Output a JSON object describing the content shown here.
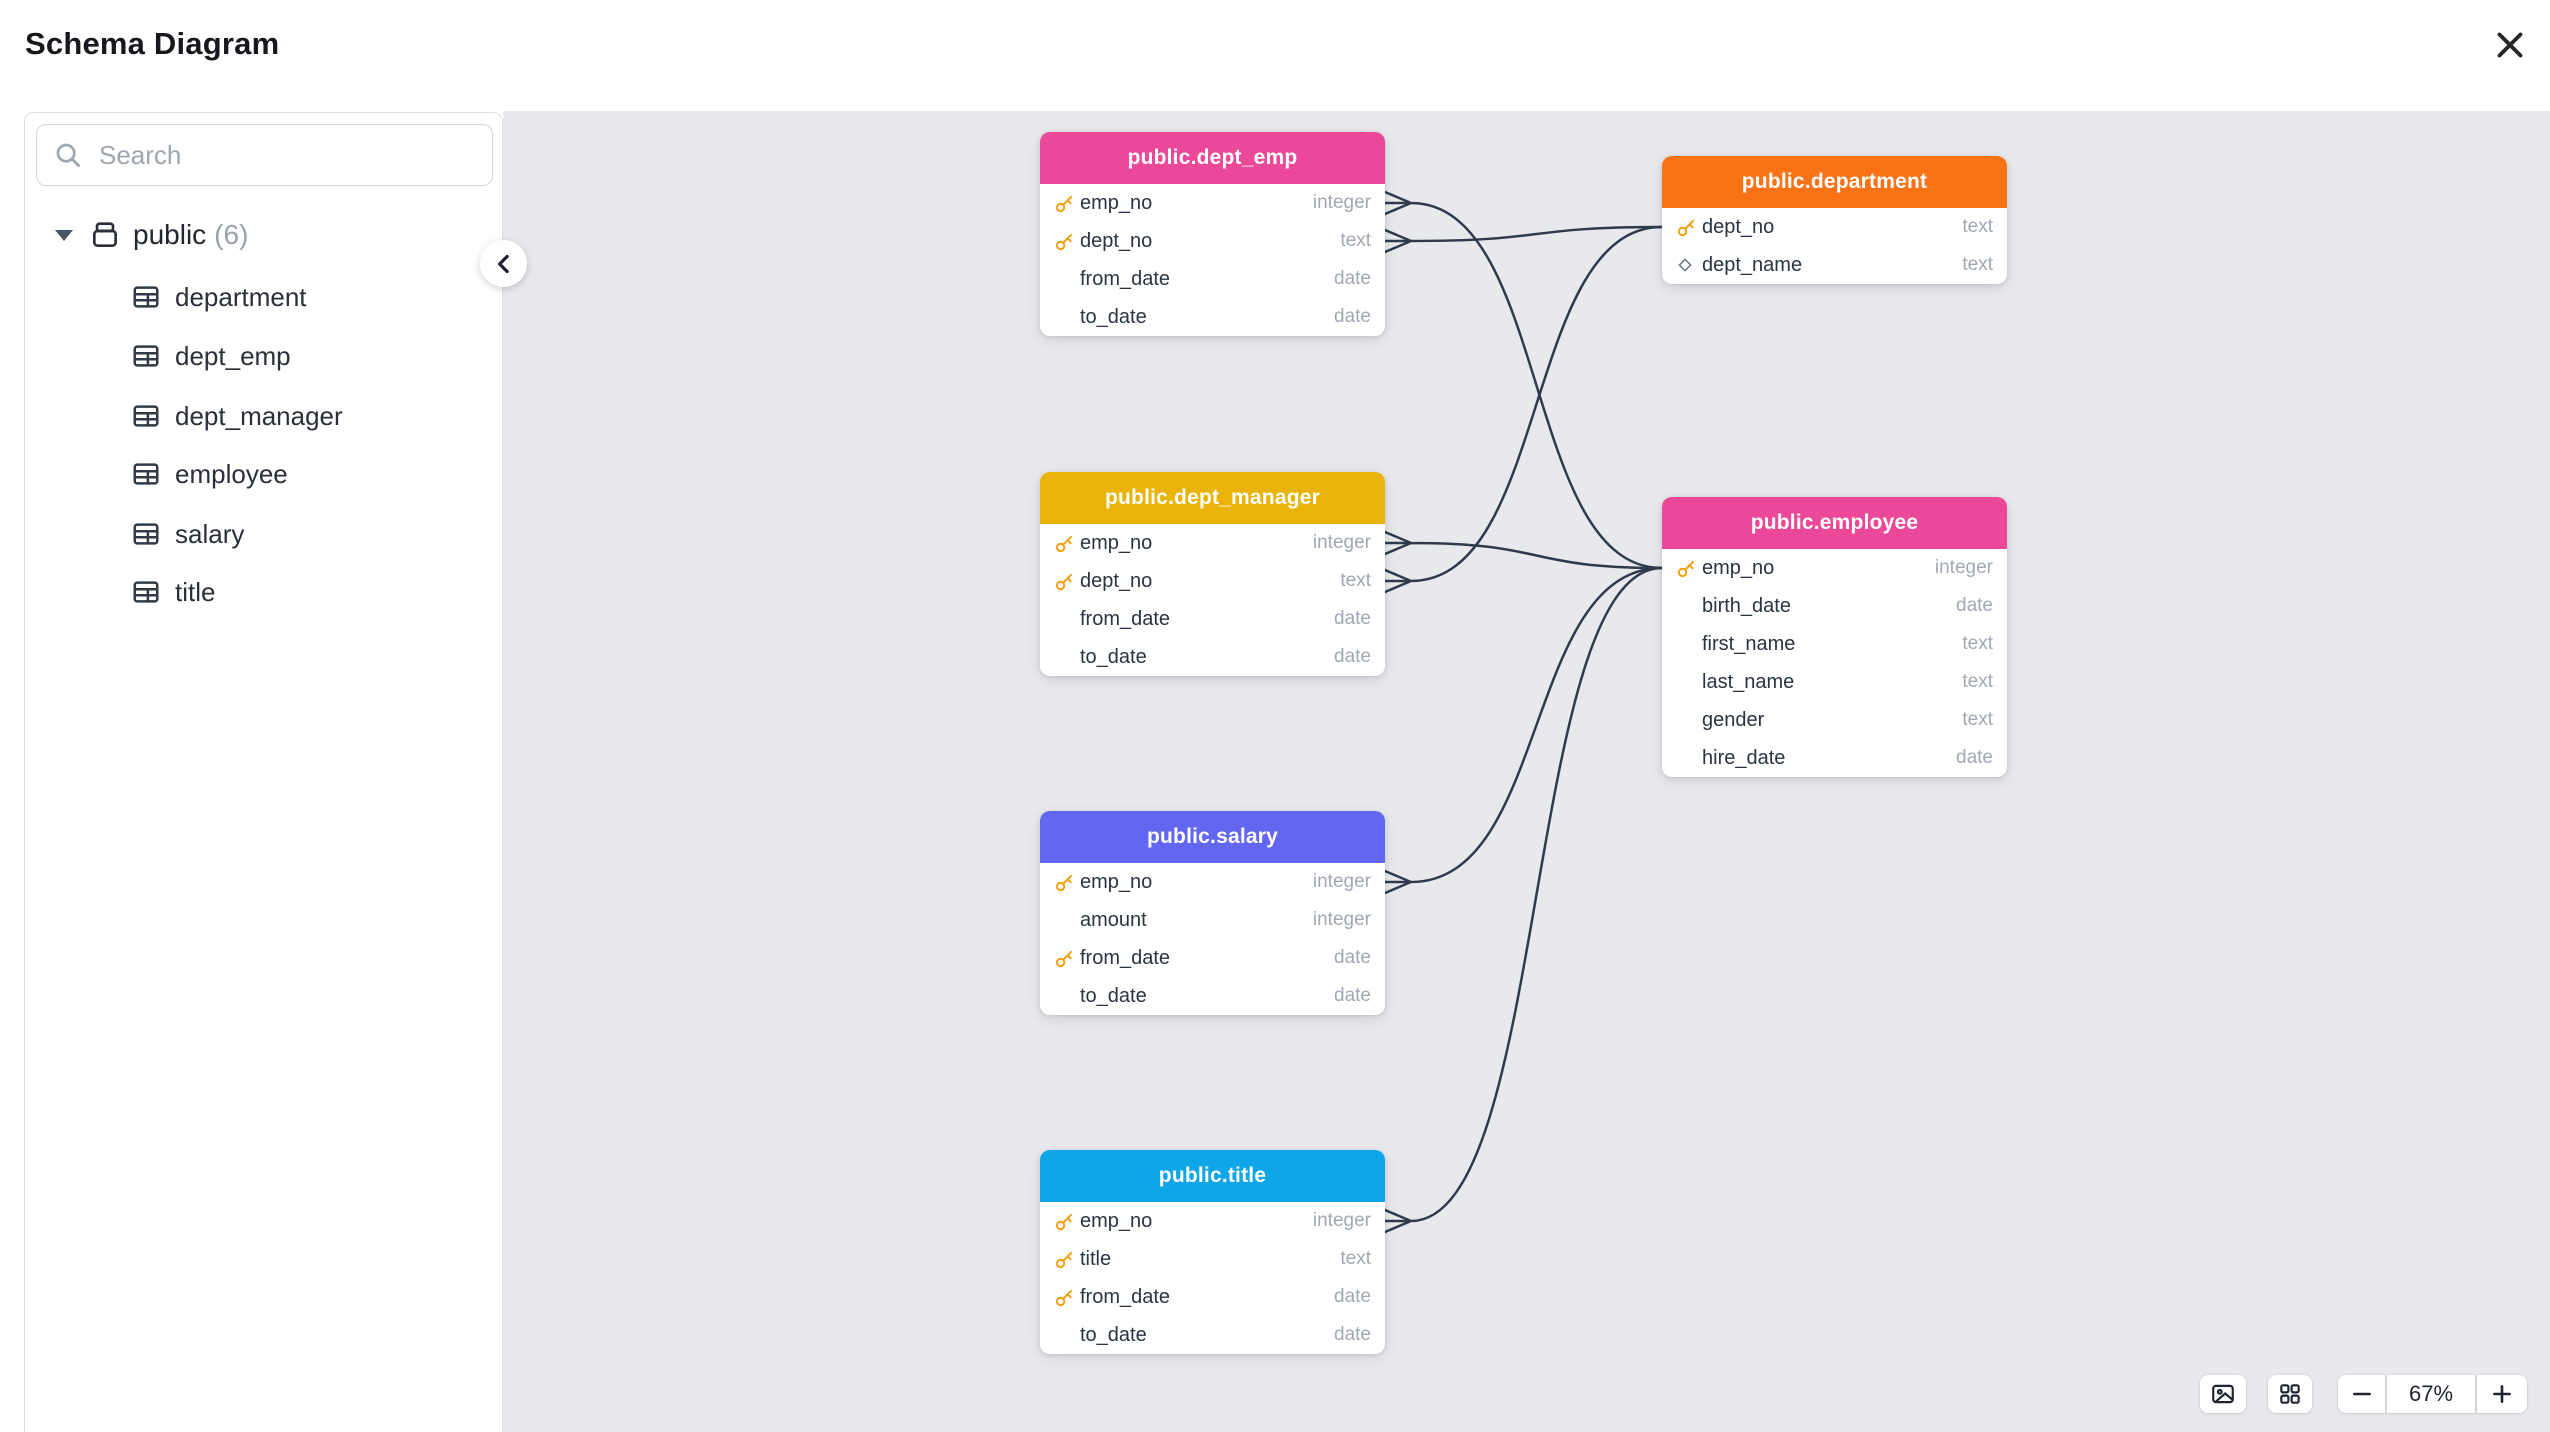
{
  "window": {
    "title": "Schema Diagram"
  },
  "sidebar": {
    "search": {
      "placeholder": "Search"
    },
    "tree": {
      "schema_label": "public",
      "schema_count": "(6)",
      "tables": [
        {
          "label": "department"
        },
        {
          "label": "dept_emp"
        },
        {
          "label": "dept_manager"
        },
        {
          "label": "employee"
        },
        {
          "label": "salary"
        },
        {
          "label": "title"
        }
      ]
    }
  },
  "diagram": {
    "nodes": [
      {
        "id": "dept_emp",
        "title": "public.dept_emp",
        "header_color": "#ec4899",
        "columns": [
          {
            "name": "emp_no",
            "type": "integer",
            "icon": "primary-key"
          },
          {
            "name": "dept_no",
            "type": "text",
            "icon": "primary-key"
          },
          {
            "name": "from_date",
            "type": "date",
            "icon": ""
          },
          {
            "name": "to_date",
            "type": "date",
            "icon": ""
          }
        ]
      },
      {
        "id": "department",
        "title": "public.department",
        "header_color": "#f97316",
        "columns": [
          {
            "name": "dept_no",
            "type": "text",
            "icon": "primary-key"
          },
          {
            "name": "dept_name",
            "type": "text",
            "icon": "unique-diamond"
          }
        ]
      },
      {
        "id": "dept_manager",
        "title": "public.dept_manager",
        "header_color": "#eab308",
        "columns": [
          {
            "name": "emp_no",
            "type": "integer",
            "icon": "primary-key"
          },
          {
            "name": "dept_no",
            "type": "text",
            "icon": "primary-key"
          },
          {
            "name": "from_date",
            "type": "date",
            "icon": ""
          },
          {
            "name": "to_date",
            "type": "date",
            "icon": ""
          }
        ]
      },
      {
        "id": "employee",
        "title": "public.employee",
        "header_color": "#ec4899",
        "columns": [
          {
            "name": "emp_no",
            "type": "integer",
            "icon": "primary-key"
          },
          {
            "name": "birth_date",
            "type": "date",
            "icon": ""
          },
          {
            "name": "first_name",
            "type": "text",
            "icon": ""
          },
          {
            "name": "last_name",
            "type": "text",
            "icon": ""
          },
          {
            "name": "gender",
            "type": "text",
            "icon": ""
          },
          {
            "name": "hire_date",
            "type": "date",
            "icon": ""
          }
        ]
      },
      {
        "id": "salary",
        "title": "public.salary",
        "header_color": "#6366f1",
        "columns": [
          {
            "name": "emp_no",
            "type": "integer",
            "icon": "primary-key"
          },
          {
            "name": "amount",
            "type": "integer",
            "icon": ""
          },
          {
            "name": "from_date",
            "type": "date",
            "icon": "primary-key"
          },
          {
            "name": "to_date",
            "type": "date",
            "icon": ""
          }
        ]
      },
      {
        "id": "title",
        "title": "public.title",
        "header_color": "#0ea5e9",
        "columns": [
          {
            "name": "emp_no",
            "type": "integer",
            "icon": "primary-key"
          },
          {
            "name": "title",
            "type": "text",
            "icon": "primary-key"
          },
          {
            "name": "from_date",
            "type": "date",
            "icon": "primary-key"
          },
          {
            "name": "to_date",
            "type": "date",
            "icon": ""
          }
        ]
      }
    ],
    "relationships": [
      {
        "from": "dept_emp.emp_no",
        "to": "employee.emp_no"
      },
      {
        "from": "dept_emp.dept_no",
        "to": "department.dept_no"
      },
      {
        "from": "dept_manager.emp_no",
        "to": "employee.emp_no"
      },
      {
        "from": "dept_manager.dept_no",
        "to": "department.dept_no"
      },
      {
        "from": "salary.emp_no",
        "to": "employee.emp_no"
      },
      {
        "from": "title.emp_no",
        "to": "employee.emp_no"
      }
    ],
    "colors": {
      "canvas_bg": "#e8e9ed",
      "edge": "#2f3b4d",
      "key_icon": "#f59e0b"
    }
  },
  "controls": {
    "zoom_level": "67%"
  }
}
